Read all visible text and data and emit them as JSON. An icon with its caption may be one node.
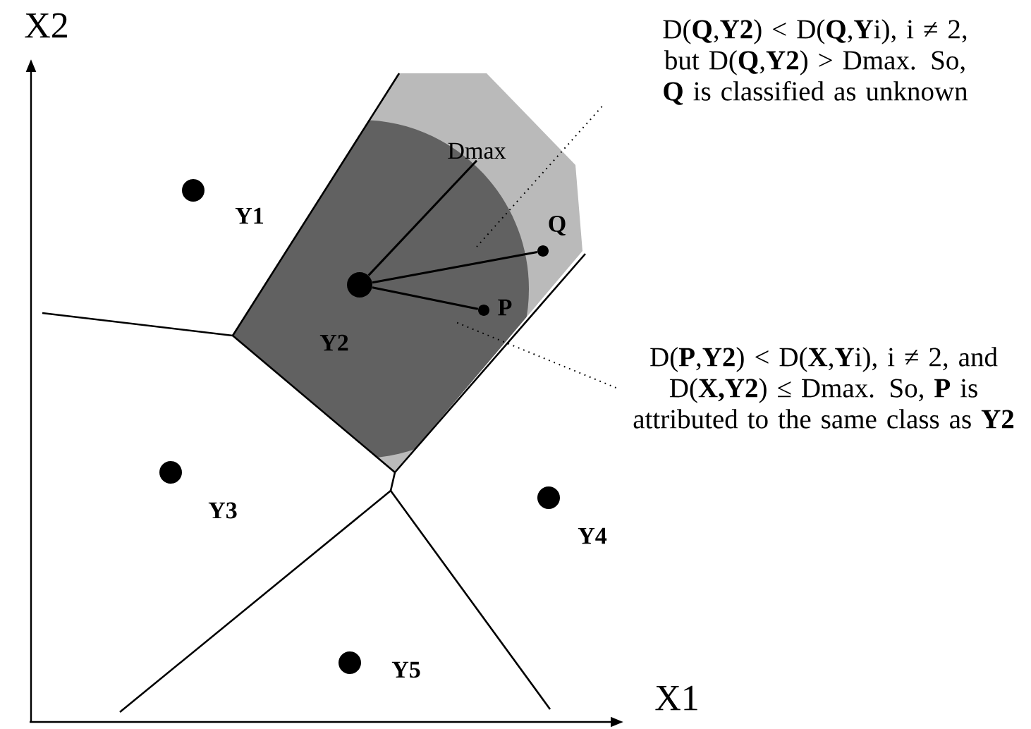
{
  "diagram": {
    "nodes": [
      {
        "text": [
          "Y2"
        ]
      },
      {
        "text": [
          "Q"
        ]
      },
      {
        "text": [
          "P"
        ]
      },
      {
        "text": [
          "Dmax"
        ]
      },
      {
        "text": [
          "D(**Q**,**Y2**) < D(**Q**,**Y**i), i ≠ 2, but D(**Q**,**Y2**) > Dmax. So, **Q** is classified as unknown"
        ]
      },
      {
        "text": [
          "D(**P**,**Y2**) < D(**X**,**Y**i), i ≠ 2, and D(**X,Y2**) ≤ Dmax. So, **P** is attributed to the same class as **Y2**"
        ]
      },
      {
        "text": [
          "Y1"
        ]
      },
      {
        "text": [
          "Y3"
        ]
      },
      {
        "text": [
          "Y4"
        ]
      },
      {
        "text": [
          "Y5"
        ]
      }
    ],
    "edges": [
      {
        "from": 0,
        "to": 1,
        "arrow": "none"
      },
      {
        "from": 0,
        "to": 2,
        "arrow": "none"
      },
      {
        "from": 0,
        "to": 3,
        "arrow": "none"
      },
      {
        "from": 4,
        "to": null,
        "arrow": "none",
        "style": "dashed"
      },
      {
        "from": 5,
        "to": null,
        "arrow": "none",
        "style": "dashed"
      }
    ],
    "labels": [
      "X2",
      "X1"
    ]
  }
}
